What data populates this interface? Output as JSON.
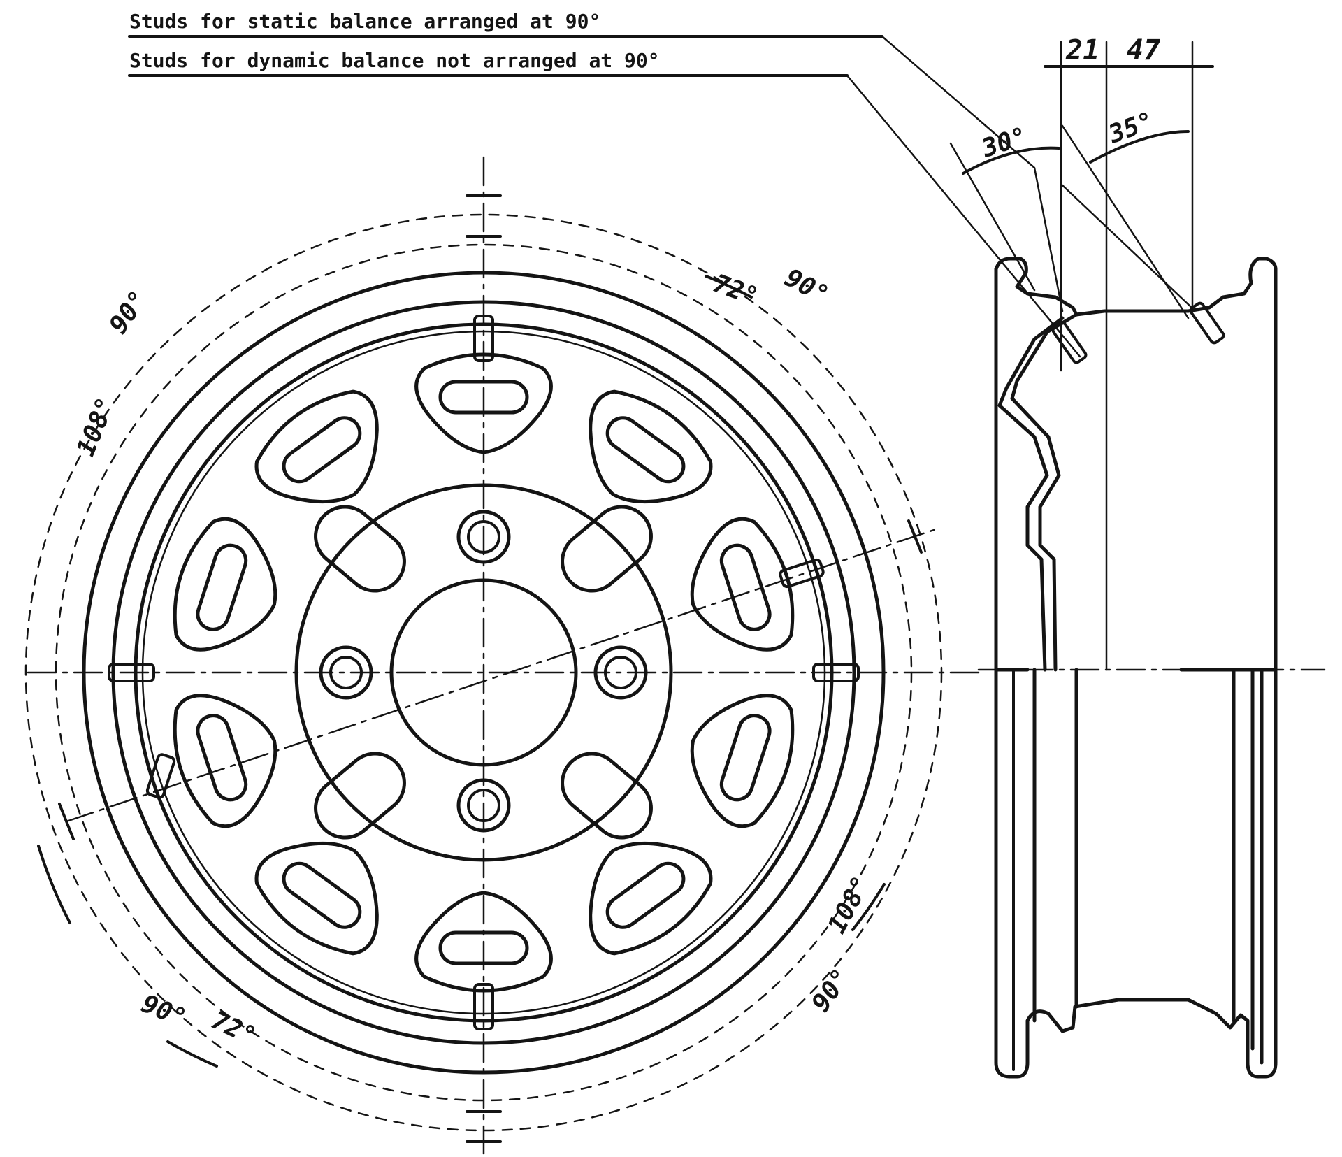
{
  "notes": {
    "static_balance": "Studs for static balance arranged at 90°",
    "dynamic_balance": "Studs for dynamic balance not arranged at 90°"
  },
  "dimensions": {
    "width_a": "21",
    "width_b": "47",
    "angle_a": "30°",
    "angle_b": "35°"
  },
  "angles": {
    "top_left_90": "90°",
    "left_108": "108°",
    "top_72": "72°",
    "top_90": "90°",
    "right_108": "108°",
    "bottom_right_90": "90°",
    "bottom_left_90": "90°",
    "bottom_72": "72°"
  },
  "colors": {
    "ink": "#141414",
    "paper": "#ffffff"
  }
}
